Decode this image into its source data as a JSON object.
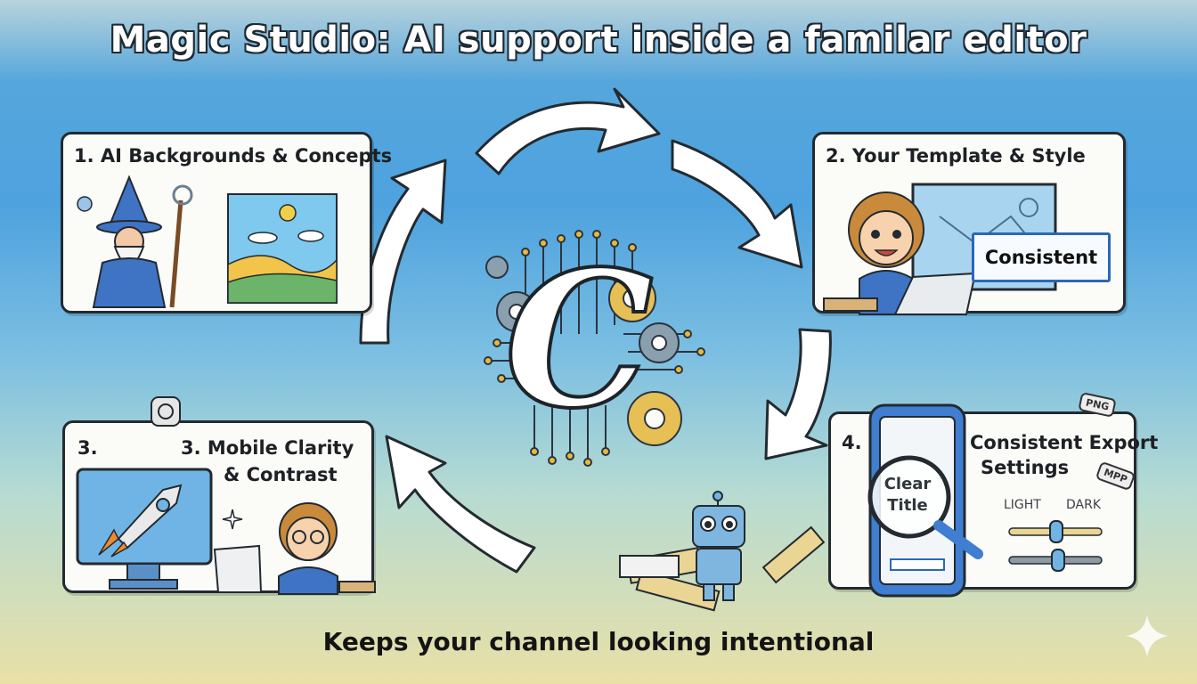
{
  "title": "Magic Studio: AI support inside a familar editor",
  "center_logo_letter": "C",
  "cards": [
    {
      "title": "1. AI Backgrounds & Concepts"
    },
    {
      "title": "2. Your Template & Style",
      "button_label": "Consistent"
    },
    {
      "number": "3.",
      "title_line1": "3. Mobile Clarity",
      "title_line2": "& Contrast"
    },
    {
      "number": "4.",
      "title_line1": "Consistent Export",
      "title_line2": "Settings",
      "magnifier_text_line1": "Clear",
      "magnifier_text_line2": "Title",
      "slider_labels": [
        "LIGHT",
        "DARK"
      ],
      "tags": [
        "PNG",
        "MPP"
      ]
    }
  ],
  "footer": "Keeps your channel looking intentional",
  "colors": {
    "card_border": "#232a30",
    "accent_blue": "#2a68b8",
    "gear_gold": "#e1bb4a",
    "gear_gray": "#7a8c99"
  },
  "icons": [
    "wizard-icon",
    "landscape-icon",
    "kid-at-laptop-icon",
    "rocket-monitor-icon",
    "phone-icon",
    "magnifier-icon",
    "robot-icon",
    "gears-icon",
    "sparkle-icon",
    "brain-badge-icon"
  ]
}
